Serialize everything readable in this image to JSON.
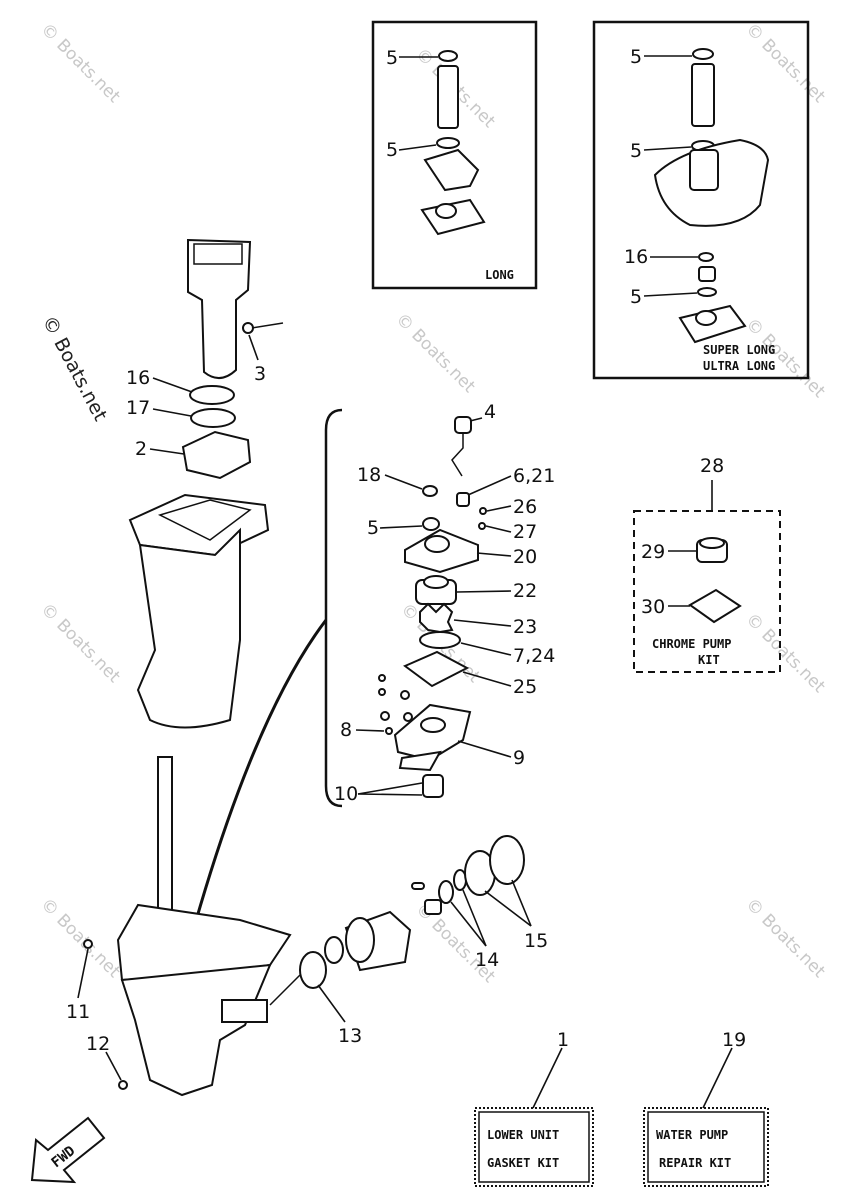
{
  "watermark": "© Boats.net",
  "insets": {
    "long": "LONG",
    "super_long_line1": "SUPER LONG",
    "super_long_line2": "ULTRA LONG"
  },
  "kits": {
    "chrome_pump_line1": "CHROME PUMP",
    "chrome_pump_line2": "KIT",
    "lower_unit_line1": "LOWER UNIT",
    "lower_unit_line2": "GASKET KIT",
    "water_pump_line1": "WATER PUMP",
    "water_pump_line2": "REPAIR KIT"
  },
  "arrow_label": "FWD",
  "callouts": {
    "c1": "1",
    "c2": "2",
    "c3": "3",
    "c4": "4",
    "c5a": "5",
    "c5b": "5",
    "c5c": "5",
    "c5d": "5",
    "c5e": "5",
    "c5f": "5",
    "c6_21": "6,21",
    "c7_24": "7,24",
    "c8": "8",
    "c9": "9",
    "c10": "10",
    "c11": "11",
    "c12": "12",
    "c13": "13",
    "c14": "14",
    "c15": "15",
    "c16a": "16",
    "c16b": "16",
    "c17": "17",
    "c18": "18",
    "c19": "19",
    "c20": "20",
    "c22": "22",
    "c23": "23",
    "c25": "25",
    "c26": "26",
    "c27": "27",
    "c28": "28",
    "c29": "29",
    "c30": "30"
  }
}
